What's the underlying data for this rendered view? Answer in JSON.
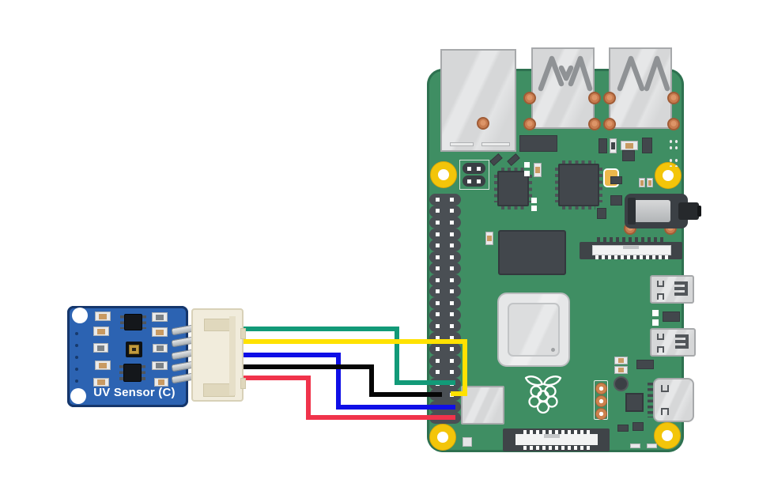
{
  "sensor": {
    "label": "UV Sensor (C)",
    "board_color": "#2c63b2"
  },
  "raspberry_pi": {
    "board_color": "#3f8e63"
  },
  "wires": [
    {
      "name": "green-wire",
      "color": "#129a78"
    },
    {
      "name": "yellow-wire",
      "color": "#ffe200"
    },
    {
      "name": "blue-wire",
      "color": "#0f0fe6"
    },
    {
      "name": "black-wire",
      "color": "#060606"
    },
    {
      "name": "red-wire",
      "color": "#f0334b"
    }
  ]
}
